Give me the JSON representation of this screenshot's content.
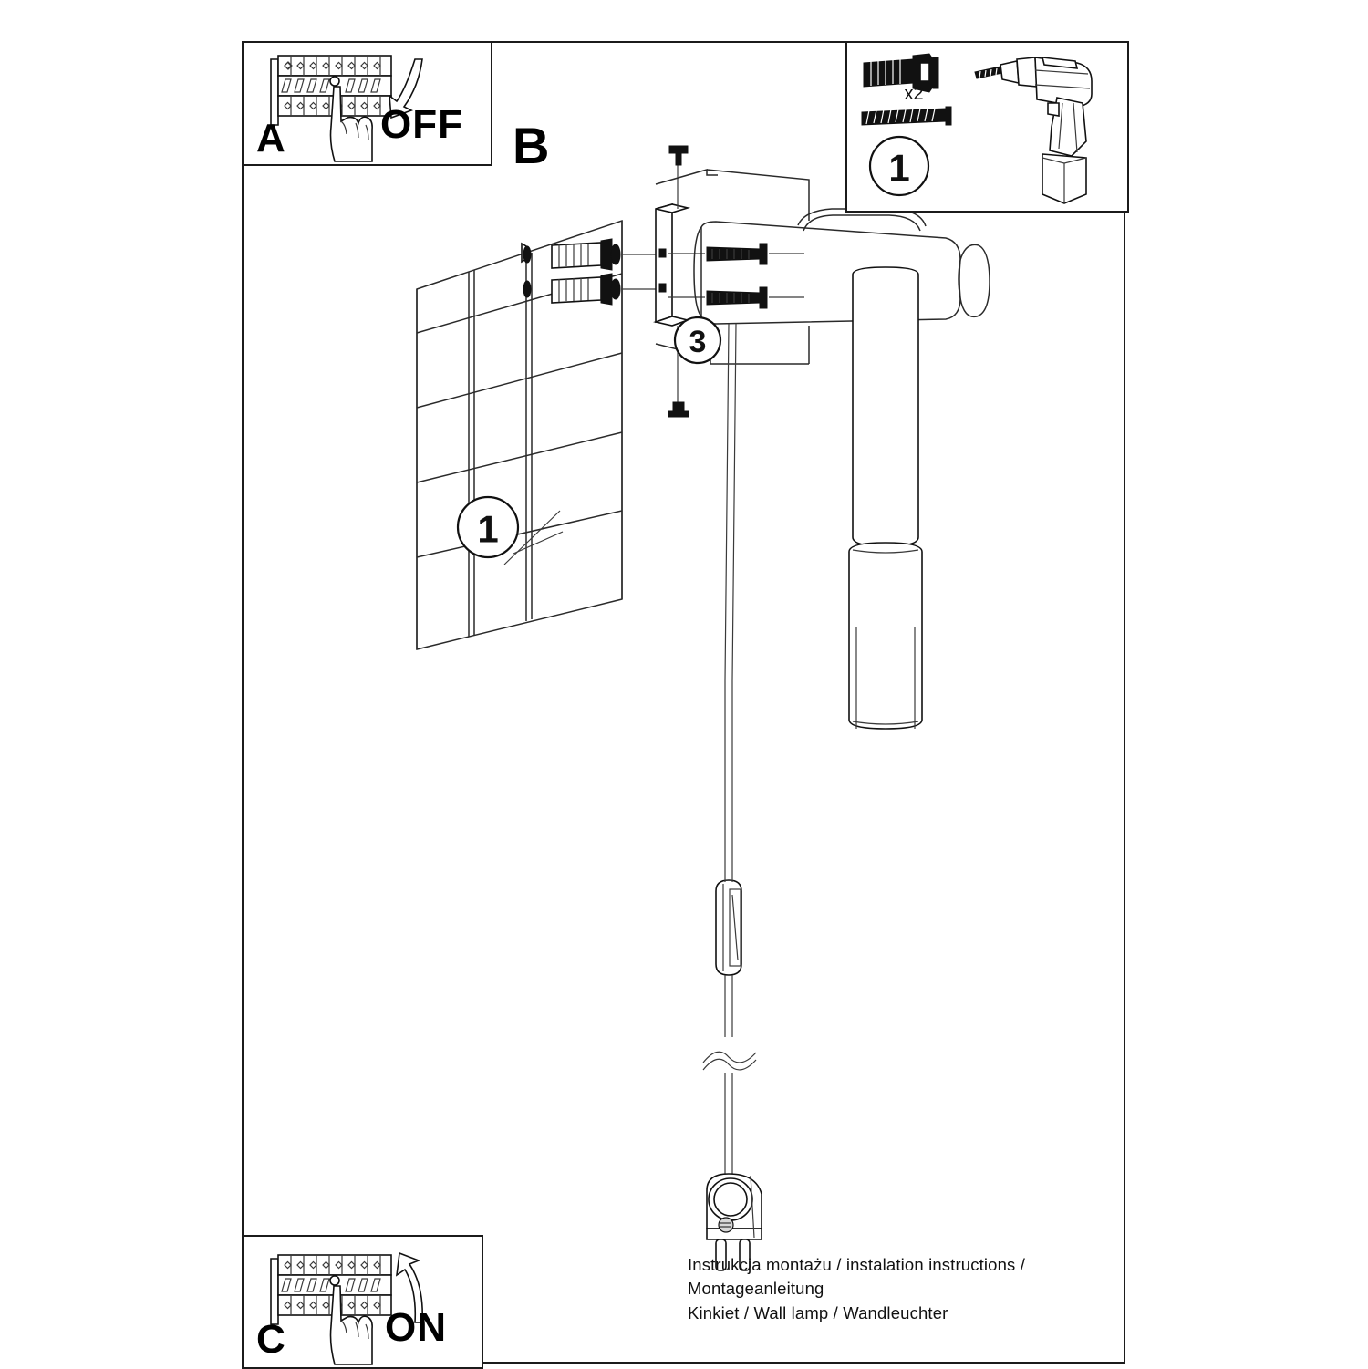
{
  "document": {
    "type": "assembly-instruction-sheet",
    "product": "Wall lamp mounting instructions"
  },
  "panels": {
    "a": {
      "letter": "A",
      "action_label": "OFF",
      "icon_breaker": "circuit-breaker-panel-icon",
      "icon_hand": "pointing-hand-icon",
      "icon_arrow": "curved-arrow-down-icon"
    },
    "b": {
      "letter": "B"
    },
    "c": {
      "letter": "C",
      "action_label": "ON",
      "icon_breaker": "circuit-breaker-panel-icon",
      "icon_hand": "pointing-hand-icon",
      "icon_arrow": "curved-arrow-up-icon"
    },
    "kit": {
      "quantity_label": "x2",
      "step_number": "1",
      "icon_wall_plug": "wall-plug-icon",
      "icon_screw": "screw-icon",
      "icon_drill": "power-drill-icon"
    }
  },
  "main_diagram": {
    "callouts": [
      {
        "id": "callout-1",
        "number": "1",
        "describes": "wall-plug-and-screw"
      },
      {
        "id": "callout-3",
        "number": "3",
        "describes": "mounting-bracket-plate"
      }
    ],
    "parts": {
      "wall": "tiled-wall",
      "bracket": "mounting-bracket",
      "lamp_body": "cylindrical-lamp-shade",
      "socket": "lamp-socket-holder",
      "switch": "inline-cord-switch",
      "plug": "europlug-power-plug",
      "cable_break": "cable-break-symbol"
    }
  },
  "footer": {
    "line1": "Instrukcja montażu / instalation instructions / Montageanleitung",
    "line2": "Kinkiet / Wall lamp / Wandleuchter"
  },
  "colors": {
    "ink": "#111111",
    "line": "#2a2a2a",
    "paper": "#ffffff"
  }
}
